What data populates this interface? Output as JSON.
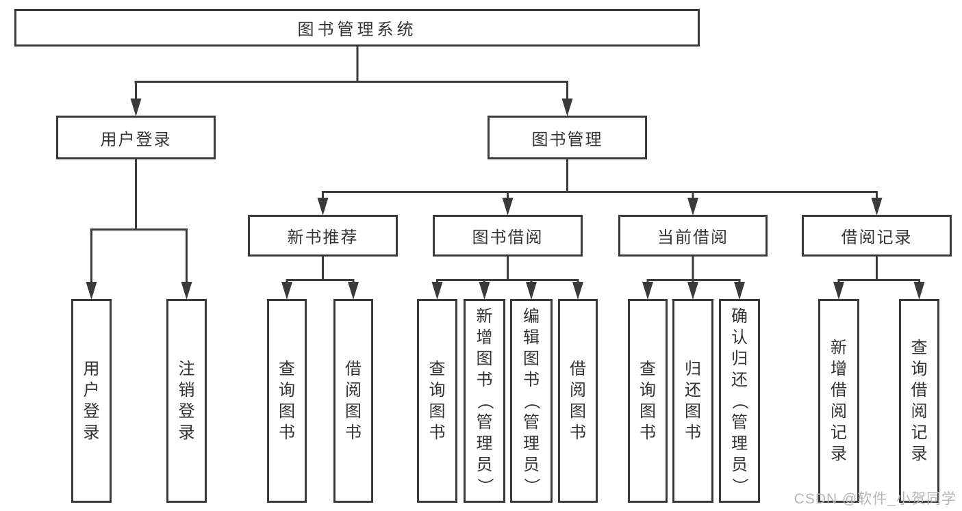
{
  "diagram": {
    "root_label": "图书管理系统",
    "branches": [
      {
        "label": "用户登录",
        "children": [
          {
            "label": "用户登录"
          },
          {
            "label": "注销登录"
          }
        ]
      },
      {
        "label": "图书管理",
        "children": [
          {
            "label": "新书推荐",
            "children": [
              {
                "label": "查询图书"
              },
              {
                "label": "借阅图书"
              }
            ]
          },
          {
            "label": "图书借阅",
            "children": [
              {
                "label": "查询图书"
              },
              {
                "label": "新增图书（管理员）"
              },
              {
                "label": "编辑图书（管理员）"
              },
              {
                "label": "借阅图书"
              }
            ]
          },
          {
            "label": "当前借阅",
            "children": [
              {
                "label": "查询图书"
              },
              {
                "label": "归还图书"
              },
              {
                "label": "确认归还（管理员）"
              }
            ]
          },
          {
            "label": "借阅记录",
            "children": [
              {
                "label": "新增借阅记录"
              },
              {
                "label": "查询借阅记录"
              }
            ]
          }
        ]
      }
    ]
  },
  "colors": {
    "line": "#3a3a3a",
    "text": "#333333",
    "watermark": "#b6b6b6"
  },
  "watermark": "CSDN @软件_小贺同学"
}
